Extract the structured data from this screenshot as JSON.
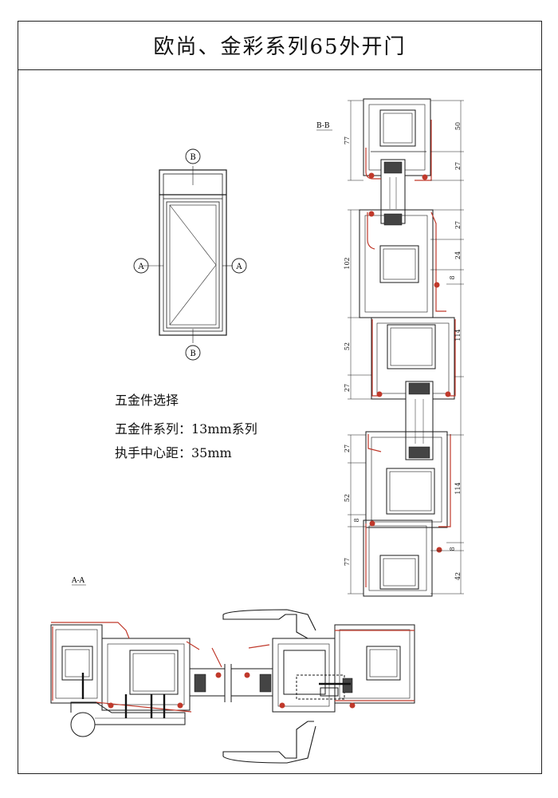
{
  "title": "欧尚、金彩系列65外开门",
  "hardware": {
    "heading": "五金件选择",
    "series_line": "五金件系列：13mm系列",
    "handle_line": "执手中心距：35mm"
  },
  "elevation": {
    "section_b_marker": "B",
    "section_a_marker": "A"
  },
  "section_bb": {
    "label": "B-B",
    "dims_right": [
      "50",
      "27",
      "27",
      "24",
      "8",
      "114",
      "114",
      "8",
      "42"
    ],
    "dims_left": [
      "77",
      "102",
      "52",
      "27",
      "27",
      "52",
      "8",
      "77"
    ]
  },
  "section_aa": {
    "label": "A-A"
  },
  "colors": {
    "line": "#1a1a1a",
    "gasket": "#c0392b",
    "hatch": "#333333"
  }
}
